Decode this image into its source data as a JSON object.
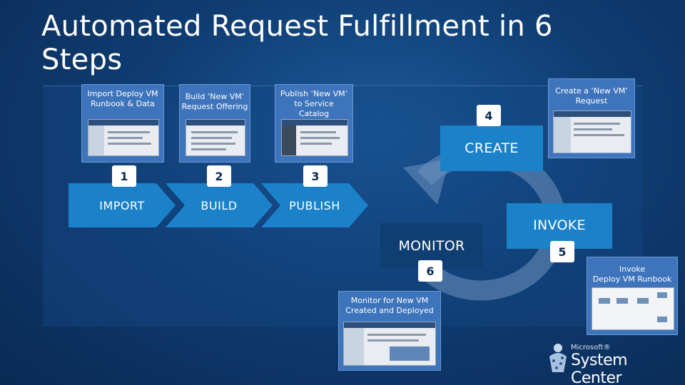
{
  "title": "Automated Request Fulfillment in 6 Steps",
  "steps": [
    {
      "number": "1",
      "label": "IMPORT",
      "caption": "Import  Deploy VM\nRunbook & Data"
    },
    {
      "number": "2",
      "label": "BUILD",
      "caption": "Build ‘New VM’\nRequest Offering"
    },
    {
      "number": "3",
      "label": "PUBLISH",
      "caption": "Publish ‘New VM’\nto Service\nCatalog"
    },
    {
      "number": "4",
      "label": "CREATE",
      "caption": "Create  a  ‘New VM’\nRequest"
    },
    {
      "number": "5",
      "label": "INVOKE",
      "caption": "Invoke\nDeploy VM Runbook"
    },
    {
      "number": "6",
      "label": "MONITOR",
      "caption": "Monitor for  New VM\nCreated and  Deployed"
    }
  ],
  "logo": {
    "company": "Microsoft®",
    "product": "System Center"
  },
  "colors": {
    "background": "#0f3d72",
    "chevron": "#1b82c9",
    "card": "#3d74bb",
    "monitor_box": "#0f3f72"
  }
}
